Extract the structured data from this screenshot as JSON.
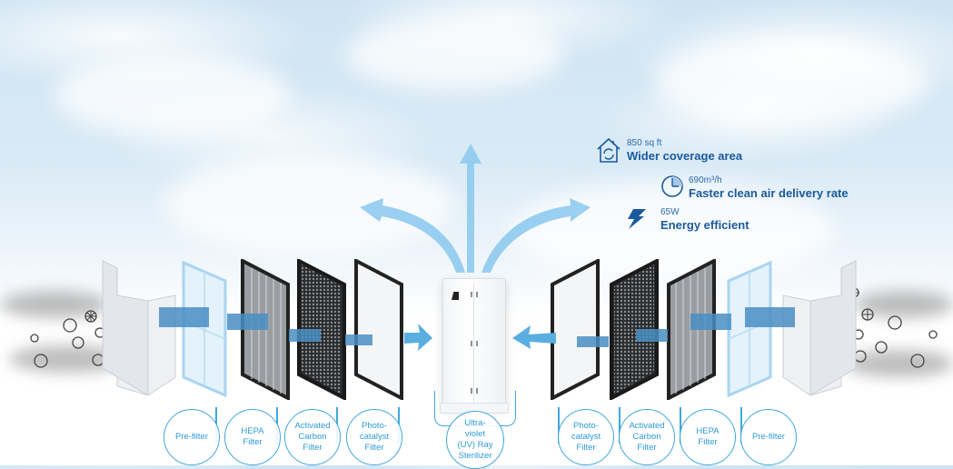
{
  "stats": [
    {
      "icon": "house-refresh-icon",
      "value": "850 sq ft",
      "label": "Wider coverage area"
    },
    {
      "icon": "clock-icon",
      "value": "690m³/h",
      "label": "Faster clean air delivery rate"
    },
    {
      "icon": "lightning-icon",
      "value": "65W",
      "label": "Energy efficient"
    }
  ],
  "left_filters": [
    {
      "name": "Pre-filter",
      "lines": [
        "Pre-filter"
      ]
    },
    {
      "name": "HEPA Filter",
      "lines": [
        "HEPA",
        "Filter"
      ]
    },
    {
      "name": "Activated Carbon Filter",
      "lines": [
        "Activated",
        "Carbon",
        "Filter"
      ]
    },
    {
      "name": "Photo-catalyst Filter",
      "lines": [
        "Photo-",
        "catalyst",
        "Filter"
      ]
    }
  ],
  "center_label": {
    "lines": [
      "Ultra-",
      "violet",
      "(UV) Ray",
      "Sterilizer"
    ]
  },
  "right_filters": [
    {
      "name": "Photo-catalyst Filter",
      "lines": [
        "Photo-",
        "catalyst",
        "Filter"
      ]
    },
    {
      "name": "Activated Carbon Filter",
      "lines": [
        "Activated",
        "Carbon",
        "Filter"
      ]
    },
    {
      "name": "HEPA Filter",
      "lines": [
        "HEPA",
        "Filter"
      ]
    },
    {
      "name": "Pre-filter",
      "lines": [
        "Pre-filter"
      ]
    }
  ],
  "colors": {
    "accent_blue": "#3fa7dc",
    "text_blue": "#1a5a9c",
    "airflow_blue": "#5aaee0",
    "outflow_blue": "#8fcbef"
  }
}
